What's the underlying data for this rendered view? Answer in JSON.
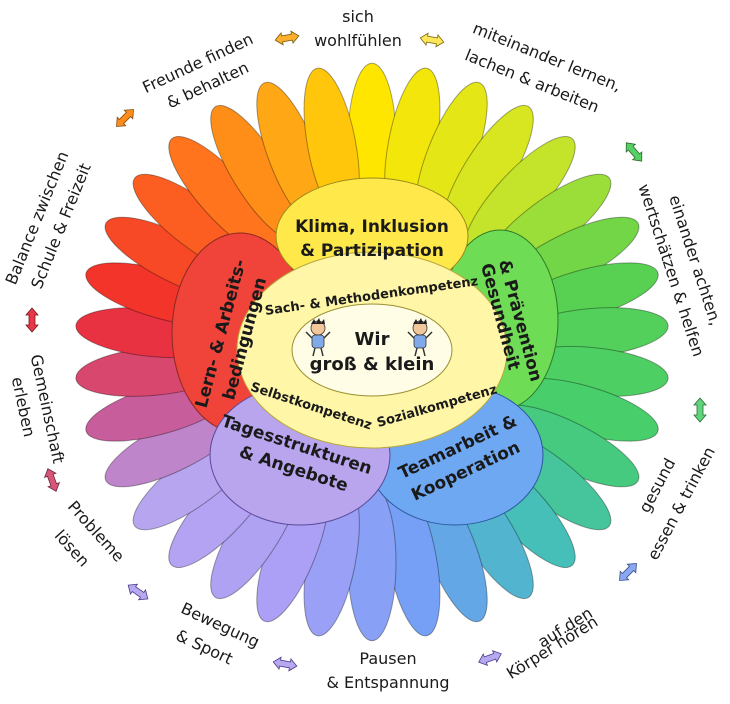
{
  "center": {
    "line1": "Wir",
    "line2": "groß & klein"
  },
  "competencies": {
    "top": "Sach- & Methodenkompetenz",
    "bottom_left": "Selbstkompetenz",
    "bottom_right": "Sozialkompetenz"
  },
  "segments": {
    "top": {
      "line1": "Klima, Inklusion",
      "line2": "& Partizipation",
      "color": "#ffe84a"
    },
    "right": {
      "line1": "Gesundheit",
      "line2": "& Prävention",
      "color": "#6fdc55"
    },
    "bottom_right": {
      "line1": "Teamarbeit &",
      "line2": "Kooperation",
      "color": "#6fa8f2"
    },
    "bottom_left": {
      "line1": "Tagesstrukturen",
      "line2": "& Angebote",
      "color": "#b9a4ee"
    },
    "left": {
      "line1": "Lern- & Arbeits-",
      "line2": "bedingungen",
      "color": "#f0433a"
    }
  },
  "outer_labels": {
    "wohlfuehlen": {
      "line1": "sich",
      "line2": "wohlfühlen"
    },
    "freunde": {
      "line1": "Freunde finden",
      "line2": "& behalten"
    },
    "miteinander": {
      "line1": "miteinander lernen,",
      "line2": "lachen & arbeiten"
    },
    "achten": {
      "line1": "einander achten,",
      "line2": "wertschätzen & helfen"
    },
    "balance": {
      "line1": "Balance zwischen",
      "line2": "Schule & Freizeit"
    },
    "gemeinschaft": {
      "line1": "Gemeinschaft",
      "line2": "erleben"
    },
    "essen": {
      "line1": "gesund",
      "line2": "essen & trinken"
    },
    "probleme": {
      "line1": "Probleme",
      "line2": "lösen"
    },
    "koerper": {
      "line1": "auf den",
      "line2": "Körper hören"
    },
    "bewegung": {
      "line1": "Bewegung",
      "line2": "& Sport"
    },
    "pausen": {
      "line1": "Pausen",
      "line2": "& Entspannung"
    }
  },
  "colors": {
    "petal_yellow": "#ffe000",
    "petal_orange": "#ff8a1c",
    "petal_red": "#f02d2d",
    "petal_green": "#4cd05a",
    "petal_teal": "#3fc6b3",
    "petal_blue": "#6fa0f5",
    "petal_violet": "#b4a2f0",
    "inner_ring": "#fff6a8",
    "center": "#fffde6",
    "arrow_orange": "#ff8c1a",
    "arrow_yellow": "#ffd83a",
    "arrow_green": "#56d064",
    "arrow_red": "#e8364a",
    "arrow_violet": "#b7a8f0"
  }
}
